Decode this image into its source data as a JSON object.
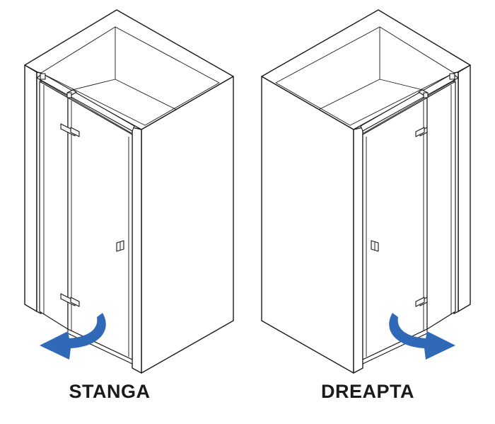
{
  "diagrams": [
    {
      "label": "STANGA",
      "hinge_side": "left",
      "opening_direction": "left",
      "arrow_color": "#2f69b8"
    },
    {
      "label": "DREAPTA",
      "hinge_side": "right",
      "opening_direction": "right",
      "arrow_color": "#2f69b8"
    }
  ]
}
